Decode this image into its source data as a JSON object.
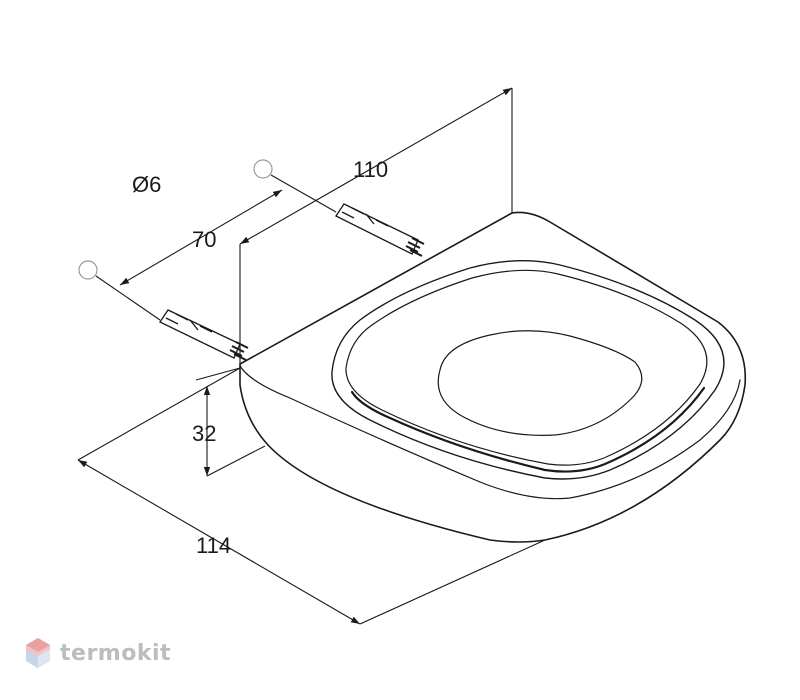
{
  "dimensions": {
    "diameter": "Ø6",
    "bolt_spacing": "70",
    "depth": "110",
    "height": "32",
    "width": "114"
  },
  "watermark": {
    "text": "termokit",
    "icon": "termokit-logo-icon",
    "color": "#bdbdbd",
    "accent": "#e8a0a0"
  }
}
